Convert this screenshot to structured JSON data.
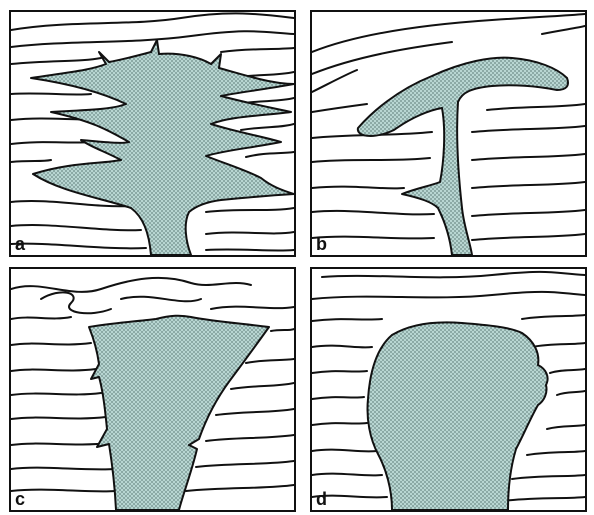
{
  "panels": [
    {
      "id": "a",
      "label": "a"
    },
    {
      "id": "b",
      "label": "b"
    },
    {
      "id": "c",
      "label": "c"
    },
    {
      "id": "d",
      "label": "d"
    }
  ],
  "colors": {
    "line": "#111111",
    "fill": "#b8d6d2",
    "stipple": "#1f3a3a",
    "background": "#ffffff"
  }
}
